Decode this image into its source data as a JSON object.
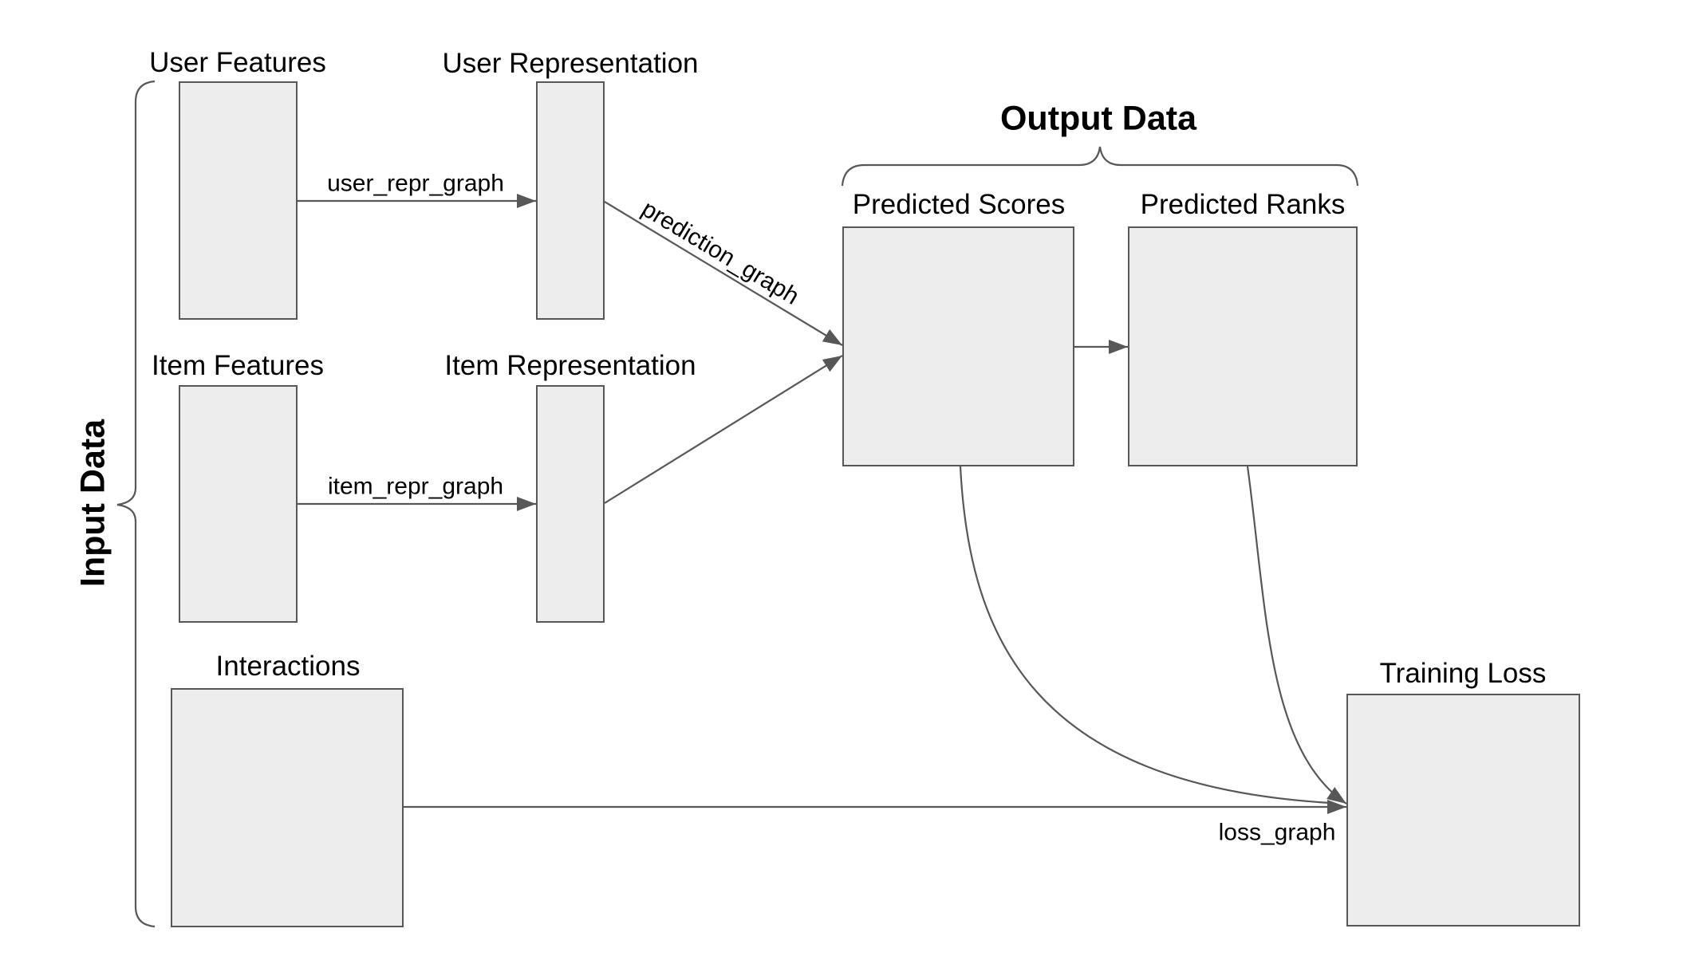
{
  "diagram": {
    "background": "#ffffff",
    "node_fill": "#ededed",
    "node_border": "#575757",
    "edge_color": "#575757",
    "text_color": "#000000",
    "groups": {
      "input": {
        "title": "Input Data"
      },
      "output": {
        "title": "Output Data"
      }
    },
    "nodes": {
      "user_features": {
        "label": "User Features"
      },
      "user_representation": {
        "label": "User Representation"
      },
      "item_features": {
        "label": "Item Features"
      },
      "item_representation": {
        "label": "Item Representation"
      },
      "predicted_scores": {
        "label": "Predicted Scores"
      },
      "predicted_ranks": {
        "label": "Predicted Ranks"
      },
      "interactions": {
        "label": "Interactions"
      },
      "training_loss": {
        "label": "Training Loss"
      }
    },
    "edges": {
      "user_repr_graph": {
        "label": "user_repr_graph"
      },
      "item_repr_graph": {
        "label": "item_repr_graph"
      },
      "prediction_graph": {
        "label": "prediction_graph"
      },
      "loss_graph": {
        "label": "loss_graph"
      }
    }
  }
}
